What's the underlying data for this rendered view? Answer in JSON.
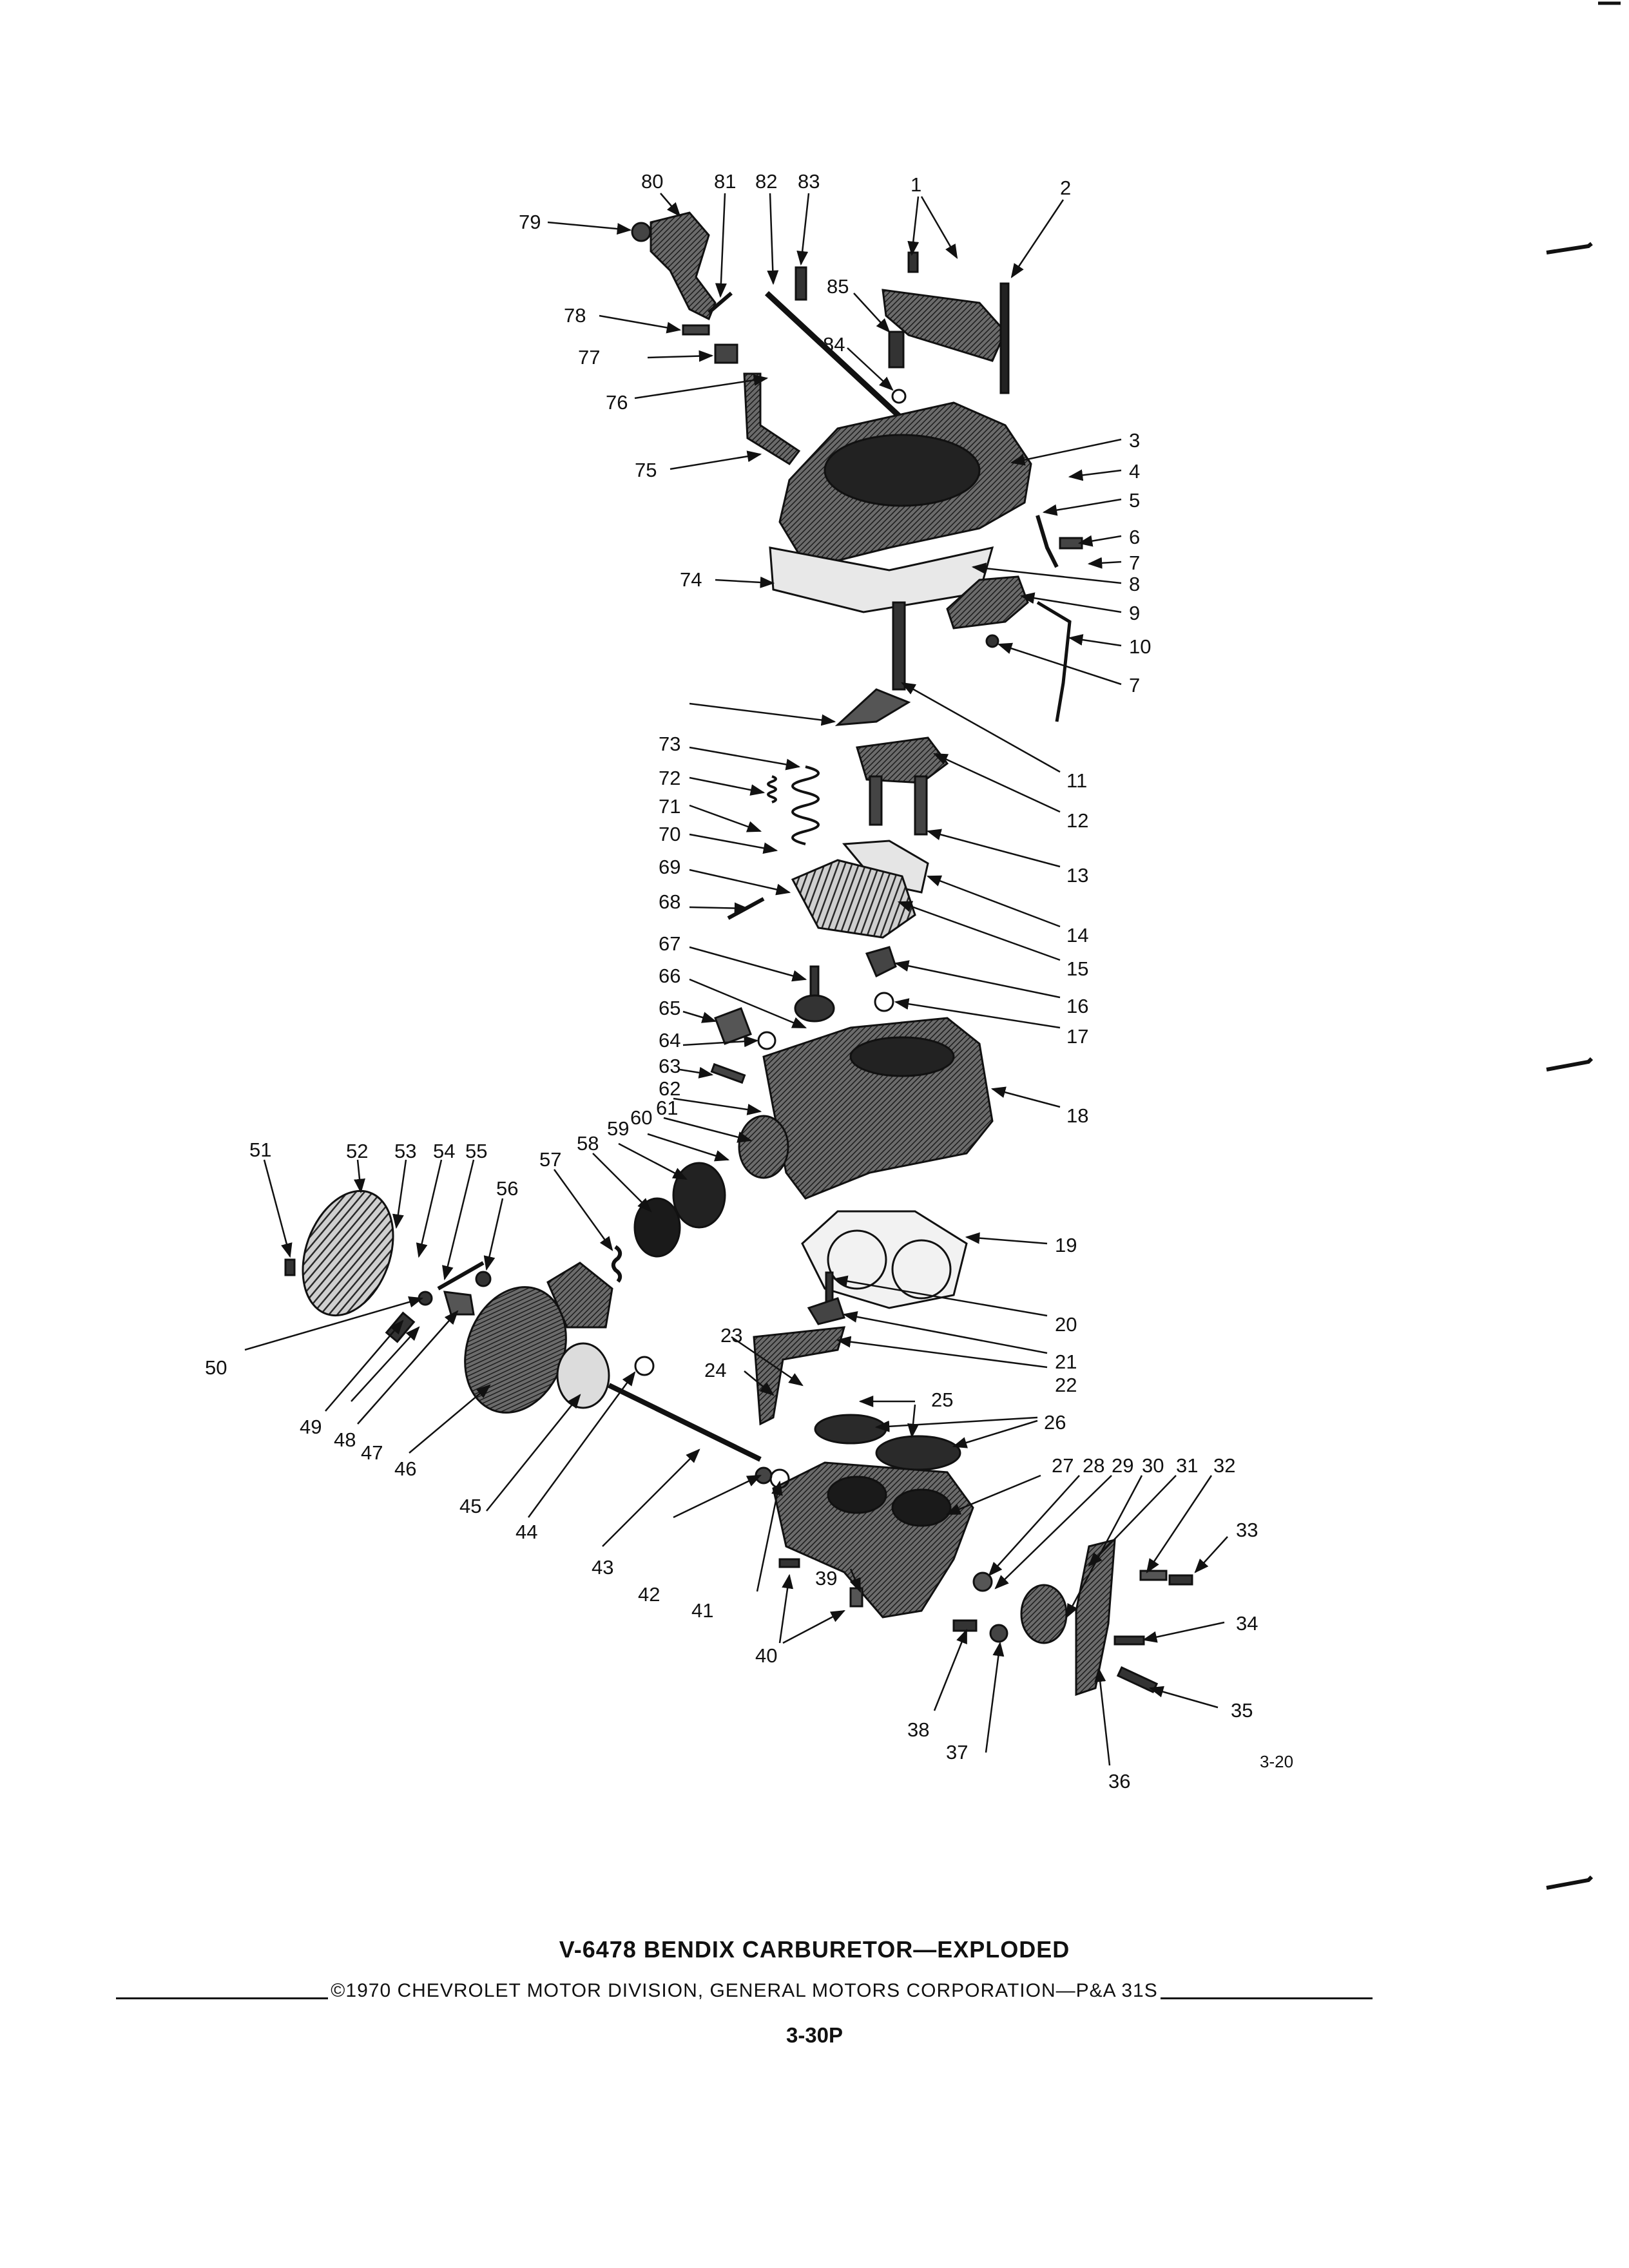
{
  "figure_ref": "3-20",
  "caption": {
    "title": "V-6478 BENDIX CARBURETOR—EXPLODED",
    "copyright": "©1970 CHEVROLET MOTOR DIVISION, GENERAL MOTORS CORPORATION—P&A 31S",
    "page_number": "3-30P"
  },
  "callouts": [
    "1",
    "2",
    "3",
    "4",
    "5",
    "6",
    "7",
    "8",
    "9",
    "10",
    "7",
    "11",
    "12",
    "13",
    "14",
    "15",
    "16",
    "17",
    "18",
    "19",
    "20",
    "21",
    "22",
    "23",
    "24",
    "25",
    "26",
    "27",
    "28",
    "29",
    "30",
    "31",
    "32",
    "33",
    "34",
    "35",
    "36",
    "37",
    "38",
    "39",
    "40",
    "41",
    "42",
    "43",
    "44",
    "45",
    "46",
    "47",
    "48",
    "49",
    "50",
    "51",
    "52",
    "53",
    "54",
    "55",
    "56",
    "57",
    "58",
    "59",
    "60",
    "61",
    "62",
    "63",
    "64",
    "65",
    "66",
    "67",
    "68",
    "69",
    "70",
    "71",
    "72",
    "73",
    "74",
    "75",
    "76",
    "77",
    "78",
    "79",
    "80",
    "81",
    "82",
    "83",
    "84",
    "85"
  ],
  "colors": {
    "ink": "#111111",
    "paper": "#ffffff",
    "part_fill": "#3a3a3a",
    "part_light": "#9a9a9a"
  }
}
